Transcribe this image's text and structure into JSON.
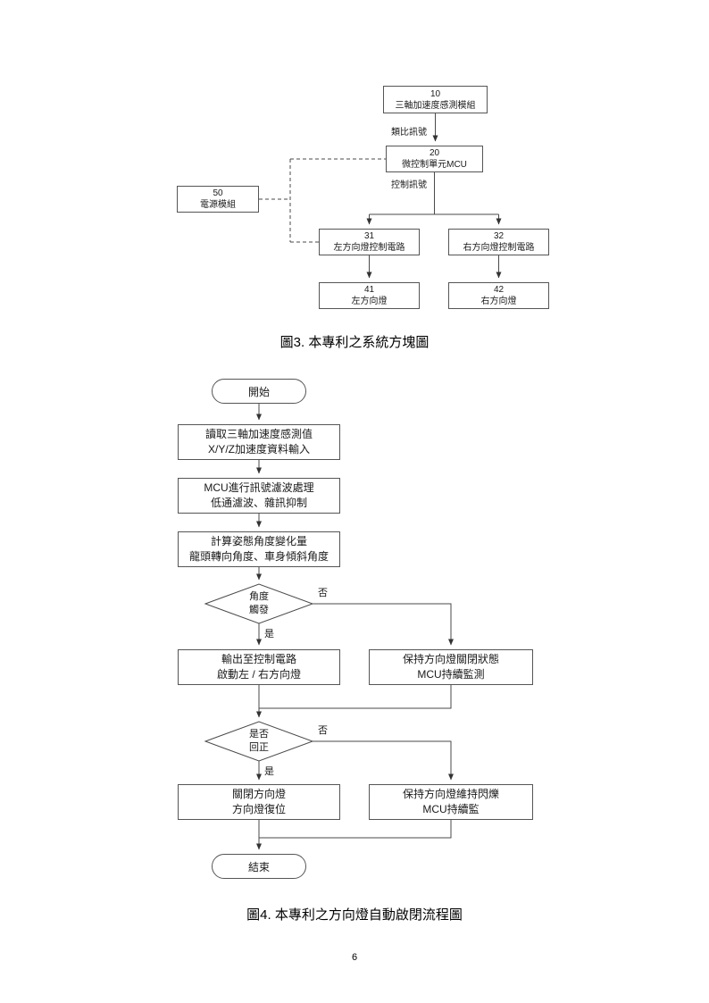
{
  "figure3": {
    "caption": "圖3. 本專利之系統方塊圖",
    "blocks": {
      "accel": {
        "num": "10",
        "label": "三軸加速度感測模組"
      },
      "mcu": {
        "num": "20",
        "label": "微控制單元MCU"
      },
      "power": {
        "num": "50",
        "label": "電源模組"
      },
      "left_ctrl": {
        "num": "31",
        "label": "左方向燈控制電路"
      },
      "right_ctrl": {
        "num": "32",
        "label": "右方向燈控制電路"
      },
      "left_lamp": {
        "num": "41",
        "label": "左方向燈"
      },
      "right_lamp": {
        "num": "42",
        "label": "右方向燈"
      }
    },
    "signal_labels": {
      "analog": "類比訊號",
      "control": "控制訊號"
    }
  },
  "figure4": {
    "caption": "圖4. 本專利之方向燈自動啟閉流程圖",
    "terminals": {
      "start": "開始",
      "end": "結束"
    },
    "steps": {
      "read": {
        "line1": "讀取三軸加速度感測值",
        "line2": "X/Y/Z加速度資料輸入"
      },
      "filter": {
        "line1": "MCU進行訊號濾波處理",
        "line2": "低通濾波、雜訊抑制"
      },
      "compute": {
        "line1": "計算姿態角度變化量",
        "line2": "龍頭轉向角度、車身傾斜角度"
      },
      "output": {
        "line1": "輸出至控制電路",
        "line2": "啟動左 / 右方向燈"
      },
      "keep_off": {
        "line1": "保持方向燈關閉狀態",
        "line2": "MCU持續監測"
      },
      "turn_off": {
        "line1": "關閉方向燈",
        "line2": "方向燈復位"
      },
      "keep_blink": {
        "line1": "保持方向燈維持閃爍",
        "line2": "MCU持續監"
      }
    },
    "decisions": {
      "angle_trigger": {
        "line1": "角度",
        "line2": "觸發"
      },
      "recentered": {
        "line1": "是否",
        "line2": "回正"
      }
    },
    "branch": {
      "yes": "是",
      "no": "否"
    }
  },
  "footer": {
    "page_number": "6"
  }
}
